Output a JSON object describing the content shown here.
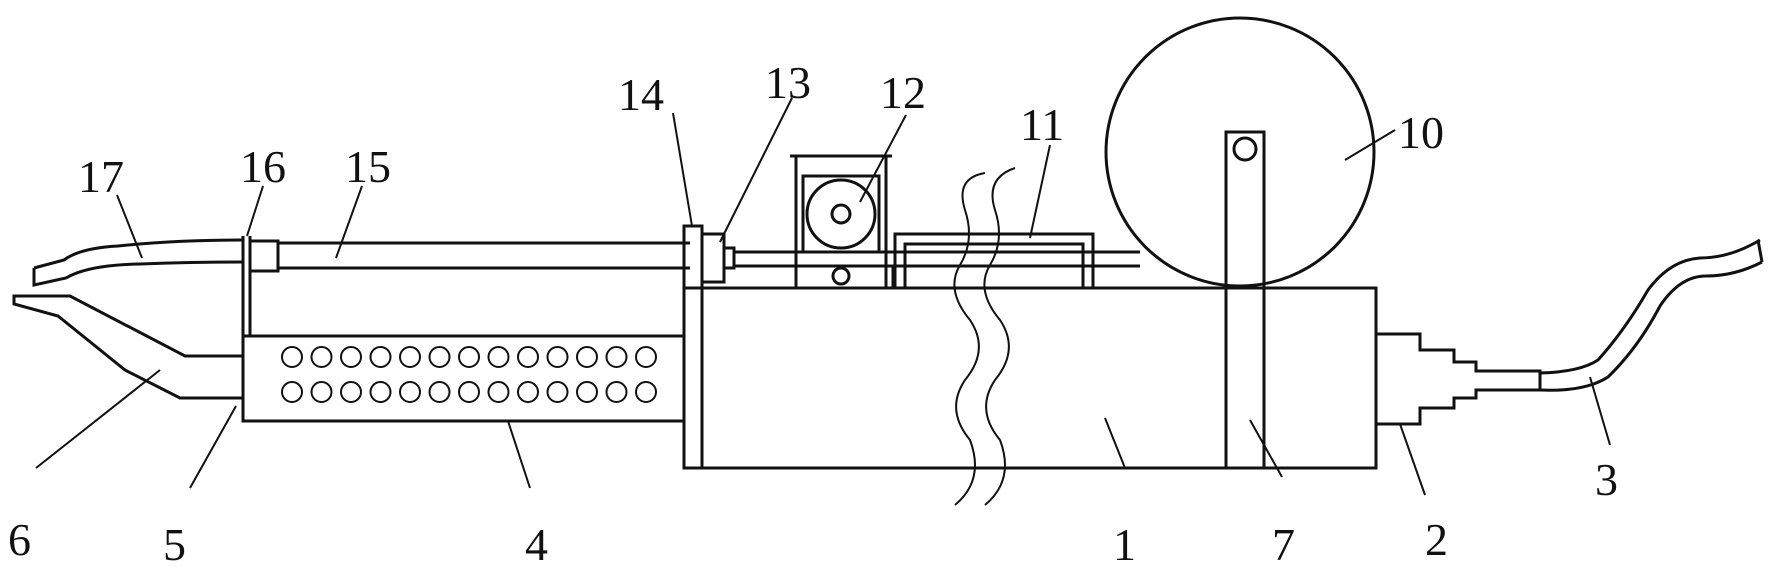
{
  "diagram": {
    "background": "#ffffff",
    "line_color": "#111111",
    "labels": {
      "n1": "1",
      "n2": "2",
      "n3": "3",
      "n4": "4",
      "n5": "5",
      "n6": "6",
      "n7": "7",
      "n10": "10",
      "n11": "11",
      "n12": "12",
      "n13": "13",
      "n14": "14",
      "n15": "15",
      "n16": "16",
      "n17": "17"
    }
  }
}
